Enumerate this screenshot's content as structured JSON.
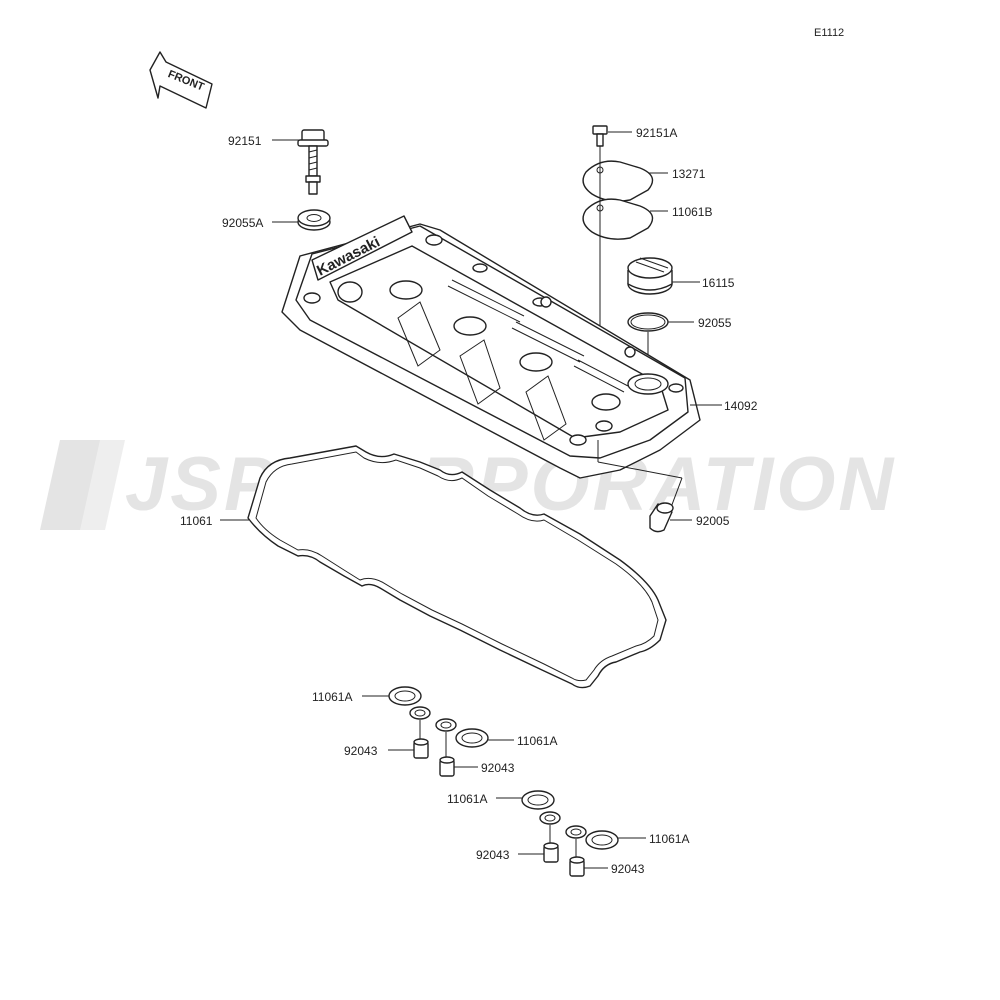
{
  "diagram": {
    "ref_code": "E1112",
    "front_label": "FRONT",
    "brand_text": "Kawasaki",
    "watermark": "JSP CORPORATION",
    "colors": {
      "line": "#222222",
      "watermark": "#e4e4e4",
      "background": "#ffffff"
    },
    "labels": {
      "bolt_92151": "92151",
      "washer_92055a": "92055A",
      "bolt_92151a": "92151A",
      "cap_plate_13271": "13271",
      "gasket_11061b": "11061B",
      "filler_cap_16115": "16115",
      "oring_92055": "92055",
      "cover_14092": "14092",
      "hose_92005": "92005",
      "gasket_11061": "11061",
      "oring_11061a_1": "11061A",
      "oring_11061a_2": "11061A",
      "oring_11061a_3": "11061A",
      "oring_11061a_4": "11061A",
      "collar_92043_1": "92043",
      "collar_92043_2": "92043",
      "collar_92043_3": "92043",
      "collar_92043_4": "92043"
    }
  }
}
